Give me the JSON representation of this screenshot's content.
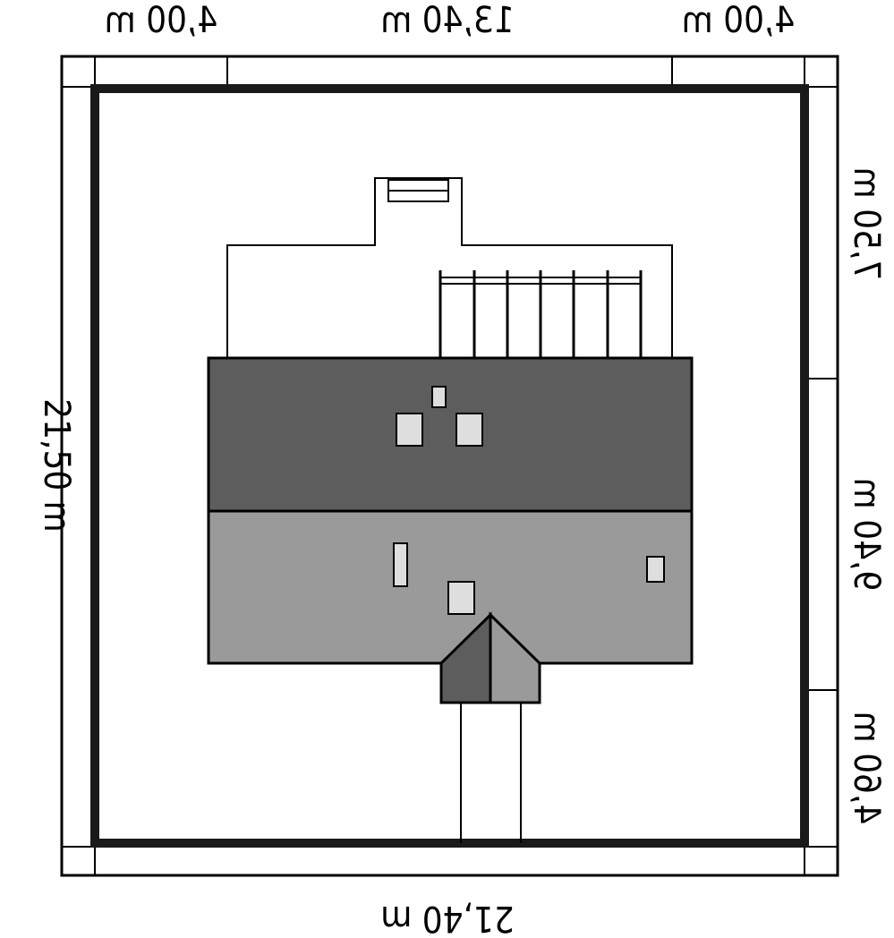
{
  "dimensions": {
    "top": [
      "4,00 m",
      "13,40 m",
      "4,00 m"
    ],
    "right": [
      "7,50 m",
      "9,40 m",
      "4,60 m"
    ],
    "left": "21,50 m",
    "bottom": "21,40 m"
  },
  "colors": {
    "roof_dark": "#5d5d5d",
    "roof_light": "#9a9a9a",
    "window": "#dedede",
    "line": "#000000",
    "background": "#ffffff"
  }
}
